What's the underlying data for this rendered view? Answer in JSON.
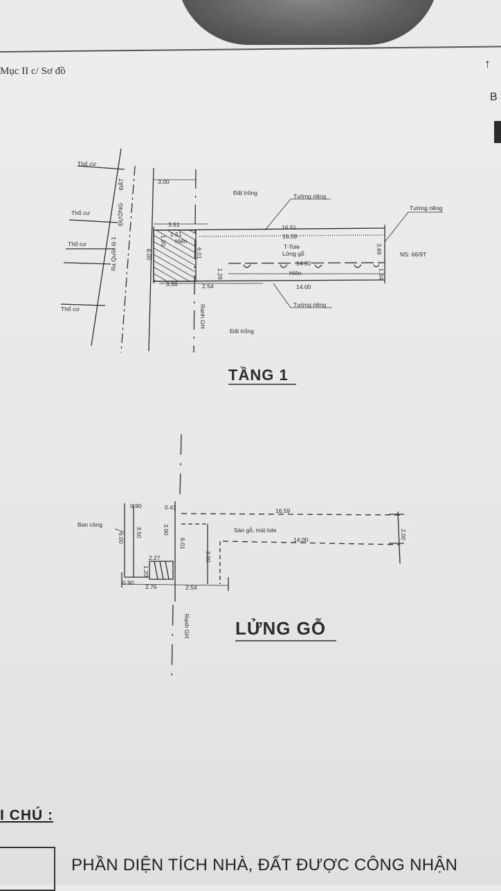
{
  "section_title": "Mục II c/ Sơ đồ",
  "edge_letter": "B",
  "floor1": {
    "caption": "TẦNG 1",
    "labels": {
      "tho_cu": "Thổ cư",
      "dat": "ĐẤT",
      "duong": "ĐƯỜNG",
      "road_name": "Ra Quốc lộ 1",
      "dat_trong": "Đất trống",
      "tuong_rieng": "Tường riêng",
      "t_tole": "T-Tole",
      "lung_go": "Lửng gỗ",
      "hien": "Hiên",
      "ns": "NS: 66/9T",
      "ranh_gh": "Ranh GH"
    },
    "dims": {
      "d300": "3.00",
      "d351": "3.51",
      "d251": "2.51",
      "d1651": "16.51",
      "d1659": "16.59",
      "d369": "3.69",
      "d1400a": "14.00",
      "d1400b": "14.00",
      "d134": "1.34",
      "d356": "3.56",
      "d254": "2.54",
      "d601": "6.01",
      "d129": "1.29",
      "d600": "6.00",
      "d120": "1.20"
    }
  },
  "mezz": {
    "caption": "LỬNG GỖ",
    "labels": {
      "ban_cong": "Ban công",
      "san_go": "Sàn gỗ, mái tole",
      "ranh_gh": "Ranh GH"
    },
    "dims": {
      "d090a": "0.90",
      "d041": "0.41",
      "d1659": "16.59",
      "d1400": "14.00",
      "d200": "2.00",
      "d600": "6.00",
      "d350": "3.50",
      "d390": "3.90",
      "d601": "6.01",
      "d227": "2.27",
      "d300": "3.00",
      "d090b": "0.90",
      "d276": "2.76",
      "d254": "2.54",
      "d120": "1.20"
    }
  },
  "legend": {
    "title": "I CHÚ :",
    "text": "PHẦN DIỆN TÍCH NHÀ, ĐẤT  ĐƯỢC CÔNG NHẬN"
  }
}
